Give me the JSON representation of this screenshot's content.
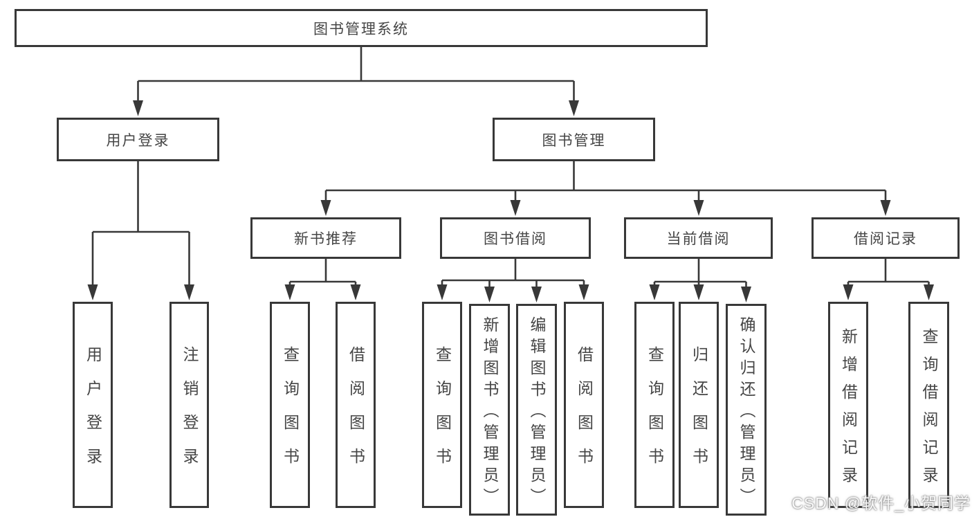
{
  "colors": {
    "line": "#383838",
    "box_border": "#383838",
    "text": "#454545",
    "background": "#ffffff",
    "watermark_text": "#e6e6e6"
  },
  "root": {
    "label": "图书管理系统"
  },
  "branches": {
    "user_login": {
      "label": "用户登录",
      "children": [
        "用户登录",
        "注销登录"
      ]
    },
    "book_mgmt": {
      "label": "图书管理",
      "sections": [
        {
          "label": "新书推荐",
          "children": [
            "查询图书",
            "借阅图书"
          ]
        },
        {
          "label": "图书借阅",
          "children": [
            "查询图书",
            "新增图书（管理员）",
            "编辑图书（管理员）",
            "借阅图书"
          ]
        },
        {
          "label": "当前借阅",
          "children": [
            "查询图书",
            "归还图书",
            "确认归还（管理员）"
          ]
        },
        {
          "label": "借阅记录",
          "children": [
            "新增借阅记录",
            "查询借阅记录"
          ]
        }
      ]
    }
  },
  "watermark": "CSDN @软件_小贺同学"
}
